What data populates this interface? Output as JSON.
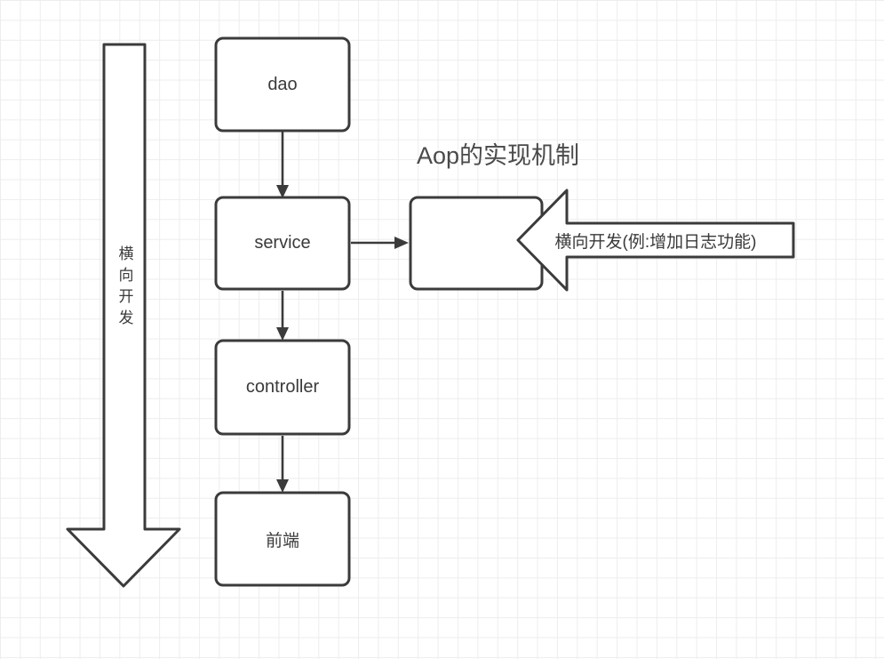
{
  "diagram": {
    "title": "Aop的实现机制",
    "vertical_arrow_label": "横向开发",
    "callout_label": "横向开发(例:增加日志功能)",
    "boxes": [
      {
        "id": "dao",
        "label": "dao"
      },
      {
        "id": "service",
        "label": "service"
      },
      {
        "id": "controller",
        "label": "controller"
      },
      {
        "id": "frontend",
        "label": "前端"
      },
      {
        "id": "aspect",
        "label": ""
      }
    ],
    "colors": {
      "shape_stroke": "#3b3b3b",
      "grid_line": "#ededed",
      "label_text": "#3a3a3a",
      "title_text": "#4a4a4a",
      "background": "#ffffff"
    }
  }
}
